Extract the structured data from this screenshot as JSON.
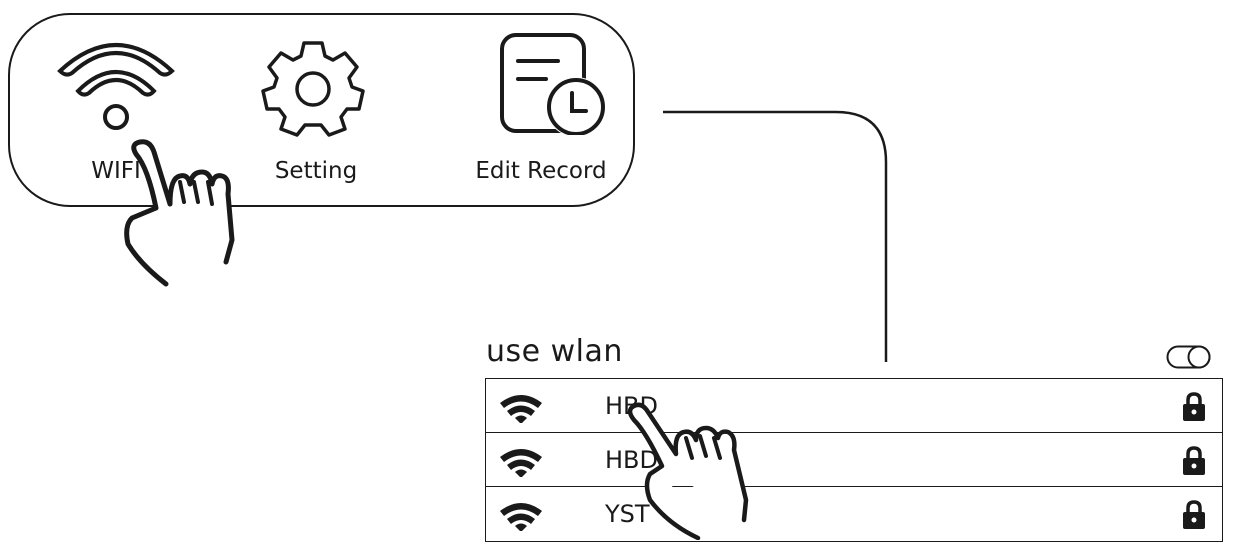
{
  "menu": {
    "items": [
      {
        "id": "wifi",
        "label": "WIFI",
        "icon": "wifi-icon"
      },
      {
        "id": "setting",
        "label": "Setting",
        "icon": "gear-icon"
      },
      {
        "id": "edit-record",
        "label": "Edit Record",
        "icon": "record-clock-icon"
      }
    ]
  },
  "wlan": {
    "title": "use wlan",
    "toggle_icon": "toggle-icon",
    "networks": [
      {
        "ssid": "HBD",
        "signal_icon": "wifi-signal-icon",
        "lock_icon": "lock-icon"
      },
      {
        "ssid": "HBD-5G",
        "signal_icon": "wifi-signal-icon",
        "lock_icon": "lock-icon"
      },
      {
        "ssid": "YST",
        "signal_icon": "wifi-signal-icon",
        "lock_icon": "lock-icon"
      }
    ]
  },
  "colors": {
    "stroke": "#1a1a1a",
    "background": "#ffffff"
  }
}
